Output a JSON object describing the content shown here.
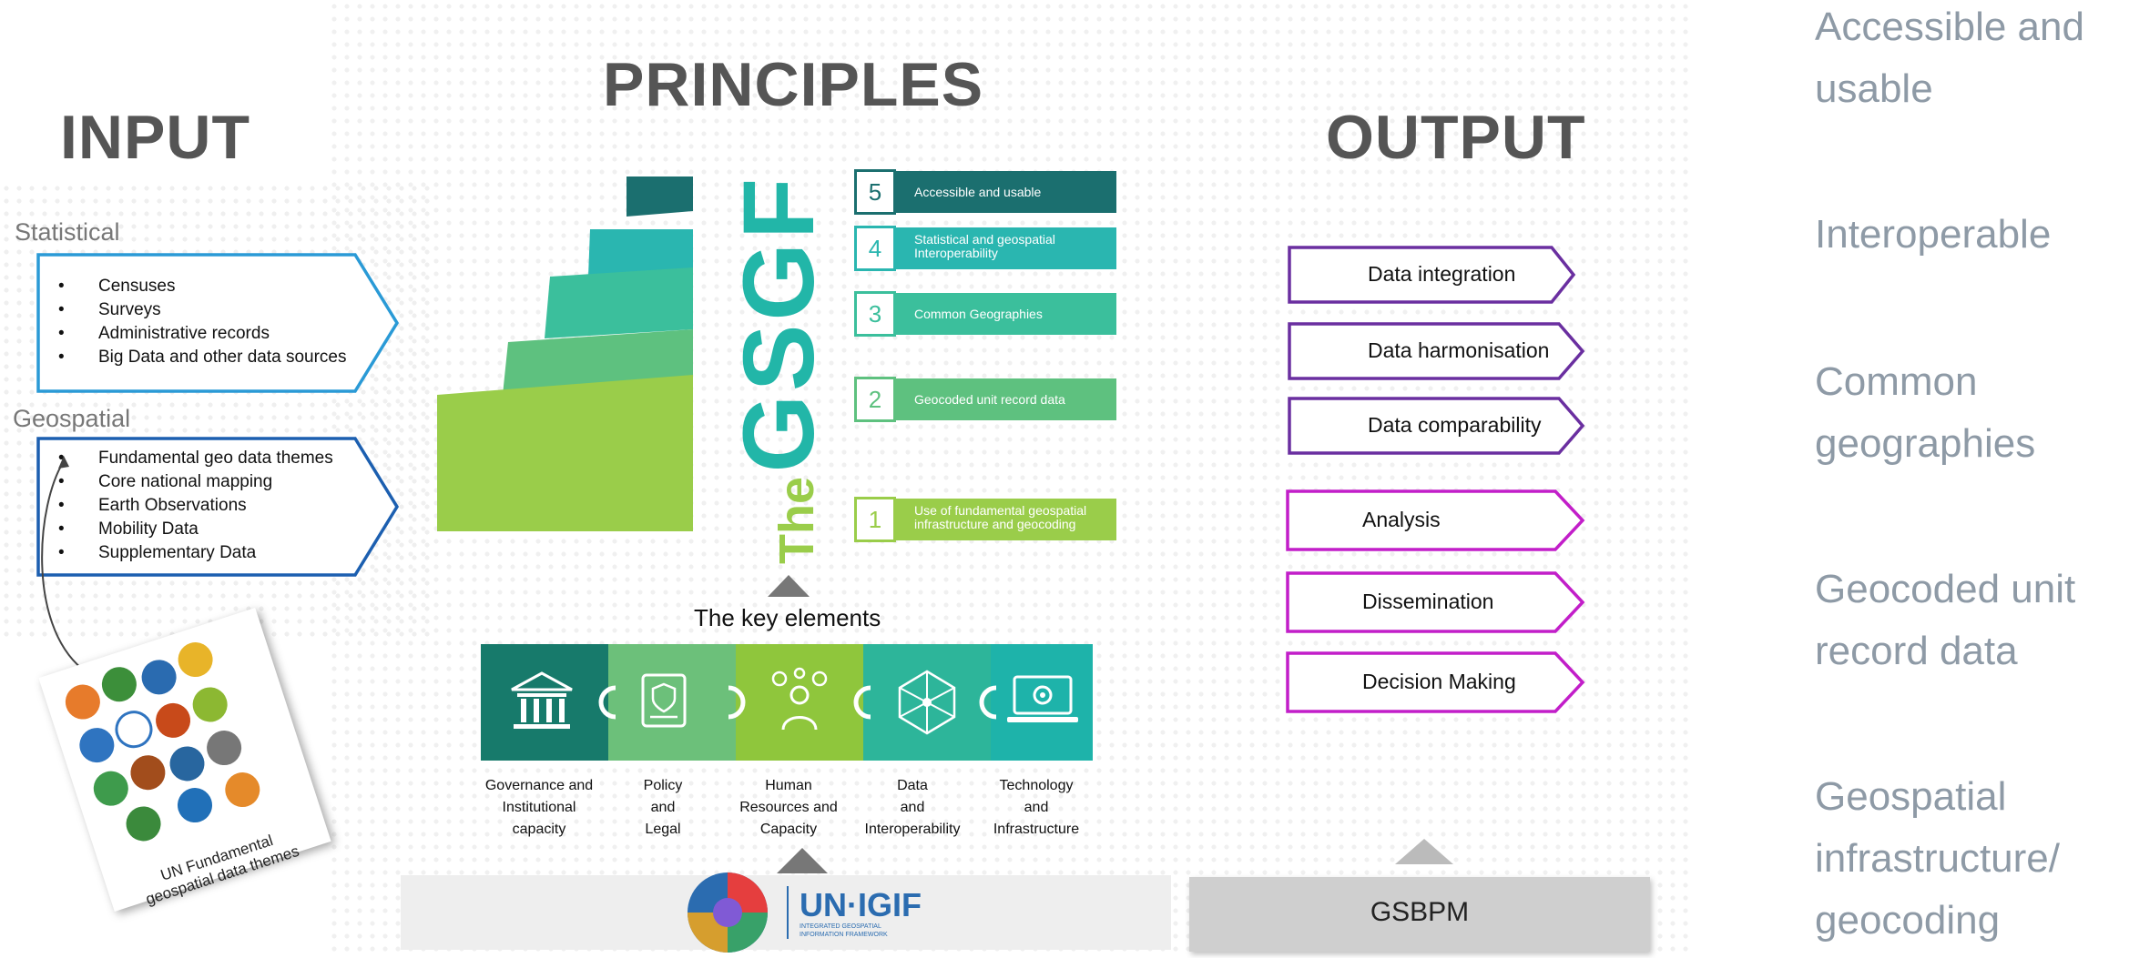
{
  "headings": {
    "input": "INPUT",
    "principles": "PRINCIPLES",
    "output": "OUTPUT"
  },
  "input": {
    "statistical_label": "Statistical",
    "statistical_items": [
      "Censuses",
      "Surveys",
      "Administrative records",
      "Big Data and other data sources"
    ],
    "geospatial_label": "Geospatial",
    "geospatial_items": [
      "Fundamental geo data themes",
      "Core national mapping",
      "Earth Observations",
      "Mobility Data",
      "Supplementary Data"
    ],
    "card_caption_line1": "UN Fundamental",
    "card_caption_line2": "geospatial data themes"
  },
  "gsgf": {
    "logo_prefix": "The",
    "logo_main": "GSGF",
    "principles": [
      {
        "number": "5",
        "text": "Accessible and usable",
        "color": "#1b6f6f"
      },
      {
        "number": "4",
        "text": "Statistical and geospatial Interoperability",
        "color": "#2ab6b0"
      },
      {
        "number": "3",
        "text": "Common Geographies",
        "color": "#3bbf9c"
      },
      {
        "number": "2",
        "text": "Geocoded unit record data",
        "color": "#5ec17f"
      },
      {
        "number": "1",
        "text": "Use of fundamental geospatial infrastructure and geocoding",
        "color": "#9acd4a"
      }
    ]
  },
  "key_elements": {
    "title": "The key elements",
    "items": [
      {
        "line1": "Governance and",
        "line2": "Institutional",
        "line3": "capacity",
        "icon": "building-icon",
        "color": "#177a6b"
      },
      {
        "line1": "Policy",
        "line2": "and",
        "line3": "Legal",
        "icon": "document-icon",
        "color": "#6cc07a"
      },
      {
        "line1": "Human",
        "line2": "Resources and",
        "line3": "Capacity",
        "icon": "person-gears-icon",
        "color": "#8fc63c"
      },
      {
        "line1": "Data",
        "line2": "and",
        "line3": "Interoperability",
        "icon": "network-icon",
        "color": "#2db59a"
      },
      {
        "line1": "Technology",
        "line2": "and",
        "line3": "Infrastructure",
        "icon": "laptop-icon",
        "color": "#1eb3aa"
      }
    ]
  },
  "output": {
    "items": [
      "Data integration",
      "Data harmonisation",
      "Data comparability",
      "Analysis",
      "Dissemination",
      "Decision Making"
    ],
    "colors": [
      "#6a2fa0",
      "#6a2fa0",
      "#6a2fa0",
      "#c21ec9",
      "#c21ec9",
      "#c21ec9"
    ]
  },
  "footer": {
    "logo_text": "UN·IGIF",
    "logo_subtext": "INTEGRATED GEOSPATIAL INFORMATION FRAMEWORK",
    "gsbpm": "GSBPM"
  },
  "side_labels": {
    "l1a": "Accessible and",
    "l1b": "usable",
    "l2": "Interoperable",
    "l3a": "Common",
    "l3b": "geographies",
    "l4a": "Geocoded unit",
    "l4b": "record data",
    "l5a": "Geospatial",
    "l5b": "infrastructure/",
    "l5c": "geocoding"
  },
  "colors": {
    "statistical_border": "#2a9ad6",
    "geospatial_border": "#1c5fb0",
    "heading": "#555555",
    "side_text": "#8e9aa6"
  }
}
